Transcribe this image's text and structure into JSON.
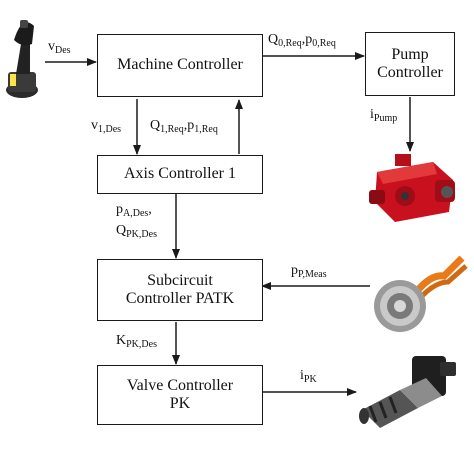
{
  "blocks": {
    "machine_controller": "Machine Controller",
    "pump_controller_l1": "Pump",
    "pump_controller_l2": "Controller",
    "axis_controller": "Axis Controller 1",
    "subcircuit_l1": "Subcircuit",
    "subcircuit_l2": "Controller PATK",
    "valve_l1": "Valve Controller",
    "valve_l2": "PK"
  },
  "signals": {
    "v_des": {
      "base": "v",
      "sub": "Des"
    },
    "q0_req": {
      "base": "Q",
      "sub": "0,Req"
    },
    "p0_req": {
      "base": "p",
      "sub": "0,Req"
    },
    "v1_des": {
      "base": "v",
      "sub": "1,Des"
    },
    "q1_req": {
      "base": "Q",
      "sub": "1,Req"
    },
    "p1_req": {
      "base": "p",
      "sub": "1,Req"
    },
    "i_pump": {
      "base": "i",
      "sub": "Pump"
    },
    "pa_des": {
      "base": "p",
      "sub": "A,Des"
    },
    "qpk_des": {
      "base": "Q",
      "sub": "PK,Des"
    },
    "pp_meas": {
      "base": "p",
      "sub": "P,Meas"
    },
    "kpk_des": {
      "base": "K",
      "sub": "PK,Des"
    },
    "i_pk": {
      "base": "i",
      "sub": "PK"
    }
  },
  "icons": [
    "joystick-icon",
    "pump-icon",
    "pressure-sensor-icon",
    "valve-icon"
  ]
}
